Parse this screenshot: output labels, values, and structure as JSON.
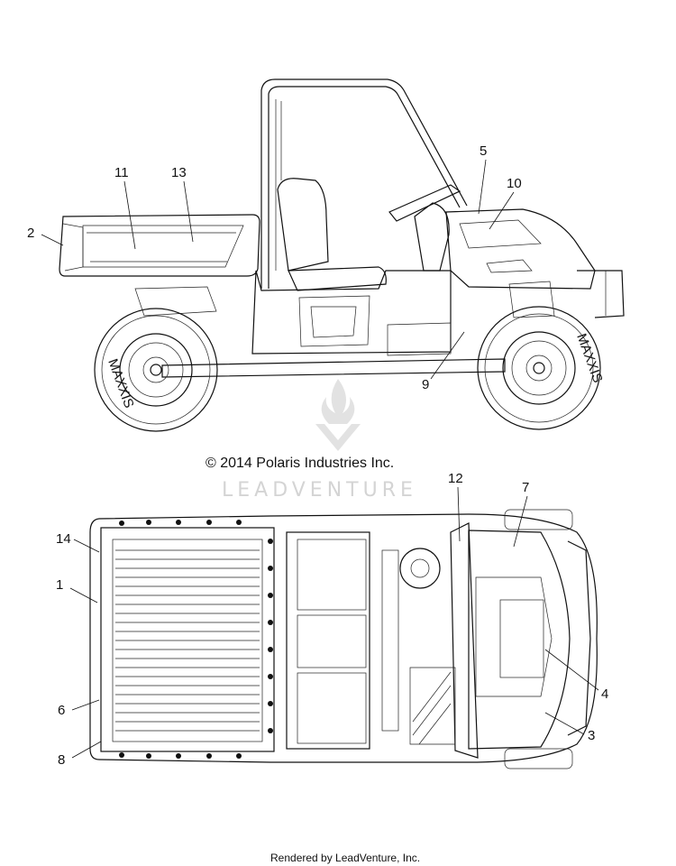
{
  "copyright": "© 2014 Polaris Industries Inc.",
  "watermark": "LEADVENTURE",
  "footer": "Rendered by LeadVenture, Inc.",
  "side_view": {
    "callouts": {
      "c2": "2",
      "c5": "5",
      "c9": "9",
      "c10": "10",
      "c11": "11",
      "c13": "13"
    },
    "tire_text": "MAXXIS"
  },
  "top_view": {
    "callouts": {
      "c1": "1",
      "c3": "3",
      "c4": "4",
      "c6": "6",
      "c7": "7",
      "c8": "8",
      "c12": "12",
      "c14": "14"
    }
  }
}
